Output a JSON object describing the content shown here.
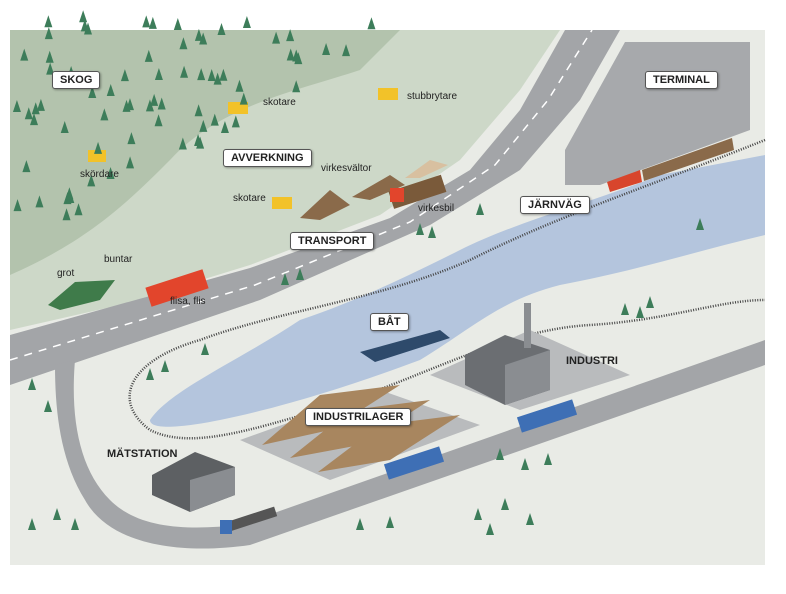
{
  "areas": {
    "skog": "SKOG",
    "avverkning": "AVVERKNING",
    "transport": "TRANSPORT",
    "terminal": "TERMINAL",
    "jarnvag": "JÄRNVÄG",
    "bat": "BÅT",
    "industri": "INDUSTRI",
    "industrilager": "INDUSTRILAGER",
    "matstation": "MÄTSTATION"
  },
  "machines": {
    "skotare_top": "skotare",
    "stubbrytare": "stubbrytare",
    "skordare": "skördare",
    "virkesvaltor": "virkesvältor",
    "skotare_mid": "skotare",
    "virkesbil": "virkesbil",
    "buntar": "buntar",
    "grot": "grot",
    "flis": "flisa, flis"
  },
  "colors": {
    "forest_dark": "#b3c3ad",
    "forest_light": "#cdd8c8",
    "road": "#a3a5a8",
    "ground": "#e9ebe6",
    "water": "#b4c5dd",
    "truck_red": "#e2452c",
    "truck_blue": "#3e6fb5",
    "machine_yellow": "#f2c229",
    "tree": "#3d7d5a"
  }
}
